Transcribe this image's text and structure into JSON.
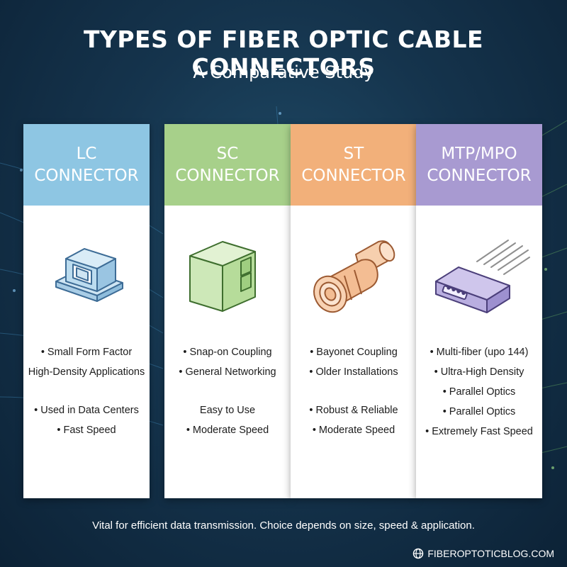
{
  "header": {
    "title": "TYPES OF FIBER OPTIC CABLE CONNECTORS",
    "subtitle": "A Comparative Study"
  },
  "cards": [
    {
      "title_line1": "LC",
      "title_line2": "CONNECTOR",
      "color": "#8ec6e3",
      "icon": "lc-connector-icon",
      "features": [
        "• Small Form Factor",
        "High-Density Applications",
        "",
        "• Used in Data Centers",
        "• Fast Speed"
      ]
    },
    {
      "title_line1": "SC",
      "title_line2": "CONNECTOR",
      "color": "#a7d08a",
      "icon": "sc-connector-icon",
      "features": [
        "• Snap-on Coupling",
        "• General Networking",
        "",
        "Easy to Use",
        "• Moderate Speed"
      ]
    },
    {
      "title_line1": "ST",
      "title_line2": "CONNECTOR",
      "color": "#f2b07a",
      "icon": "st-connector-icon",
      "features": [
        "• Bayonet Coupling",
        "• Older Installations",
        "",
        "• Robust & Reliable",
        "• Moderate Speed"
      ]
    },
    {
      "title_line1": "MTP/MPO",
      "title_line2": "CONNECTOR",
      "color": "#a89ad1",
      "icon": "mtp-mpo-connector-icon",
      "features": [
        "• Multi-fiber (upo 144)",
        "• Ultra-High Density",
        "• Parallel Optics",
        "• Parallel Optics",
        "• Extremely Fast Speed"
      ]
    }
  ],
  "footer": {
    "text": "Vital for efficient data transmission. Choice depends on size, speed & application.",
    "brand": "FIBEROPTOTICBLOG.COM",
    "brand_icon": "globe-icon"
  }
}
